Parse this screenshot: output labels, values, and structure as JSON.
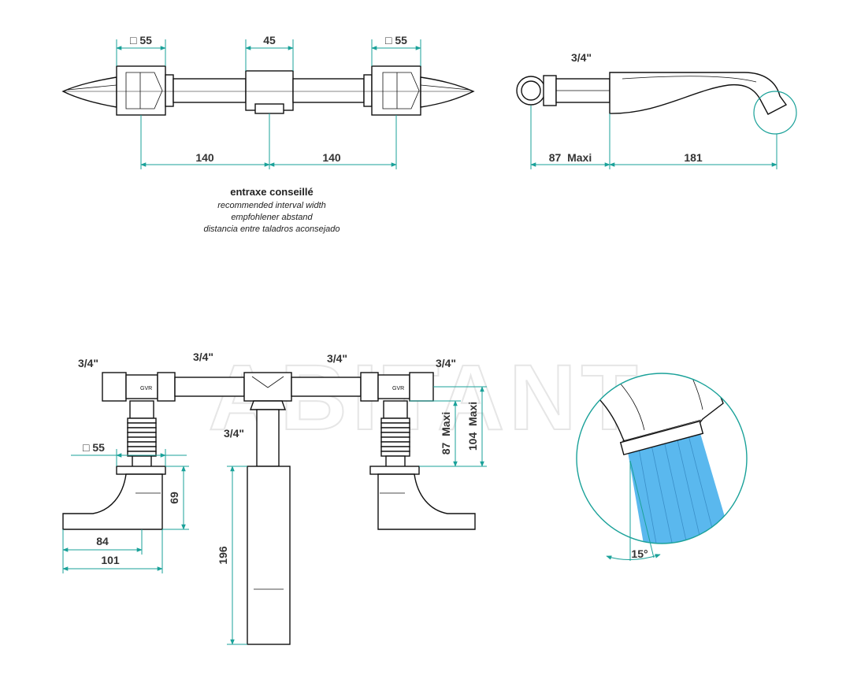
{
  "colors": {
    "dimension": "#1aa199",
    "outline": "#111111",
    "spray": "#5ab8ee",
    "watermark": "#e6e6e6"
  },
  "top_view": {
    "square_left": "□ 55",
    "center_width": "45",
    "square_right": "□ 55",
    "interval_left": "140",
    "interval_right": "140"
  },
  "caption": {
    "title": "entraxe conseillé",
    "line_en": "recommended interval width",
    "line_de": "empfohlener abstand",
    "line_es": "distancia entre taladros aconsejado"
  },
  "side_view": {
    "thread": "3/4\"",
    "depth_max": "87  Maxi",
    "spout_length": "181"
  },
  "front_view": {
    "thread_far_left": "3/4\"",
    "thread_mid_left": "3/4\"",
    "thread_mid_right": "3/4\"",
    "thread_far_right": "3/4\"",
    "thread_center": "3/4\"",
    "handle_square": "□ 55",
    "handle_height": "69",
    "handle_width_84": "84",
    "handle_width_101": "101",
    "spout_height": "196",
    "depth_87": "87  Maxi",
    "depth_104": "104  Maxi"
  },
  "detail": {
    "angle": "15°"
  },
  "watermark": "ABITANT"
}
